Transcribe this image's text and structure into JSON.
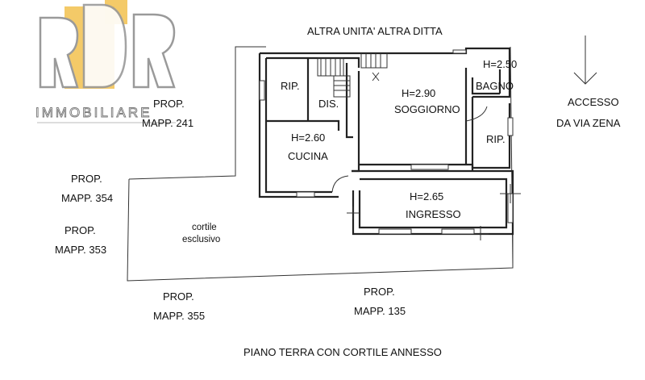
{
  "logo": {
    "letters": "RDR",
    "subtitle": "IMMOBILIARE",
    "colors": {
      "gold": "#f2c14e",
      "gray": "#9a9a9a"
    }
  },
  "labels": {
    "top": "ALTRA UNITA' ALTRA DITTA",
    "bottom": "PIANO TERRA CON CORTILE ANNESSO",
    "access_line1": "ACCESSO",
    "access_line2": "DA VIA ZENA",
    "courtyard_line1": "cortile",
    "courtyard_line2": "esclusivo"
  },
  "neighbors": [
    {
      "line1": "PROP.",
      "line2": "MAPP. 241"
    },
    {
      "line1": "PROP.",
      "line2": "MAPP. 354"
    },
    {
      "line1": "PROP.",
      "line2": "MAPP. 353"
    },
    {
      "line1": "PROP.",
      "line2": "MAPP. 355"
    },
    {
      "line1": "PROP.",
      "line2": "MAPP. 135"
    }
  ],
  "rooms": {
    "rip_left": "RIP.",
    "dis": "DIS.",
    "soggiorno_h": "H=2.90",
    "soggiorno": "SOGGIORNO",
    "bagno_h": "H=2.50",
    "bagno": "BAGNO",
    "rip_right": "RIP.",
    "cucina_h": "H=2.60",
    "cucina": "CUCINA",
    "ingresso_h": "H=2.65",
    "ingresso": "INGRESSO"
  }
}
